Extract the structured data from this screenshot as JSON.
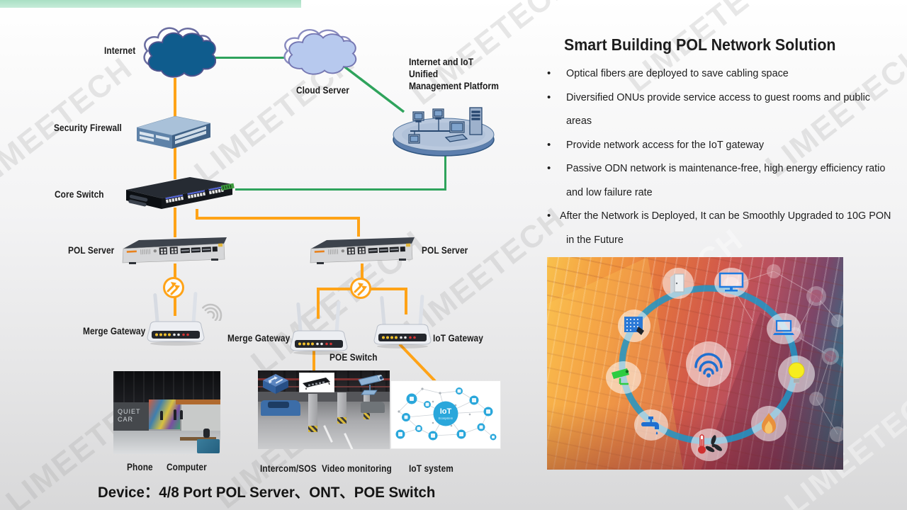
{
  "watermark": {
    "text": "LIMEETECH"
  },
  "decor": {
    "top_bar_color": "#B9E6CE"
  },
  "diagram": {
    "colors": {
      "fiber_orange": "#FFA317",
      "ethernet_green": "#2FA35C"
    },
    "labels": {
      "internet": "Internet",
      "cloud_server": "Cloud Server",
      "platform_line1": "Internet and IoT Unified",
      "platform_line2": "Management Platform",
      "security_firewall": "Security Firewall",
      "core_switch": "Core Switch",
      "pol_server_left": "POL Server",
      "pol_server_right": "POL Server",
      "merge_gateway_left": "Merge Gateway",
      "merge_gateway_mid": "Merge Gateway",
      "iot_gateway": "IoT Gateway",
      "poe_switch": "POE Switch",
      "phone": "Phone",
      "computer": "Computer",
      "intercom_sos": "Intercom/SOS",
      "video_monitoring": "Video monitoring",
      "iot_system": "IoT system"
    },
    "icons": [
      "cloud-icon",
      "splitter-icon",
      "wifi-waves-icon",
      "router-icon",
      "rack-switch-icon",
      "firewall-icon",
      "platform-icon"
    ]
  },
  "office_photo": {
    "sign_line1": "QUIET",
    "sign_line2": "CAR"
  },
  "iot_ecosystem": {
    "center_line1": "IoT",
    "center_line2": "Ecosystem"
  },
  "building_image": {
    "ring_icons": [
      "door-icon",
      "monitor-icon",
      "keypad-icon",
      "laptop-icon",
      "cctv-icon",
      "bulb-icon",
      "faucet-icon",
      "fire-icon",
      "thermometer-fan-icon",
      "wifi-icon"
    ]
  },
  "right_panel": {
    "title": "Smart Building POL Network Solution",
    "rows": [
      {
        "bullet": "•",
        "text": "Optical fibers are deployed to save cabling space"
      },
      {
        "bullet": "•",
        "text": "Diversified ONUs provide service access to guest rooms and public"
      },
      {
        "bullet": "",
        "text": "areas"
      },
      {
        "bullet": "•",
        "text": "Provide network access for the IoT gateway"
      },
      {
        "bullet": "•",
        "text": "Passive ODN network is maintenance-free, high energy efficiency ratio"
      },
      {
        "bullet": "",
        "text": "and low failure rate"
      },
      {
        "bullet": "•",
        "text": "After the Network is Deployed, It can be Smoothly Upgraded to 10G PON"
      },
      {
        "bullet": "",
        "text": "in the Future"
      }
    ]
  },
  "footer": {
    "device_line": "Device：4/8 Port POL Server、ONT、POE Switch"
  }
}
